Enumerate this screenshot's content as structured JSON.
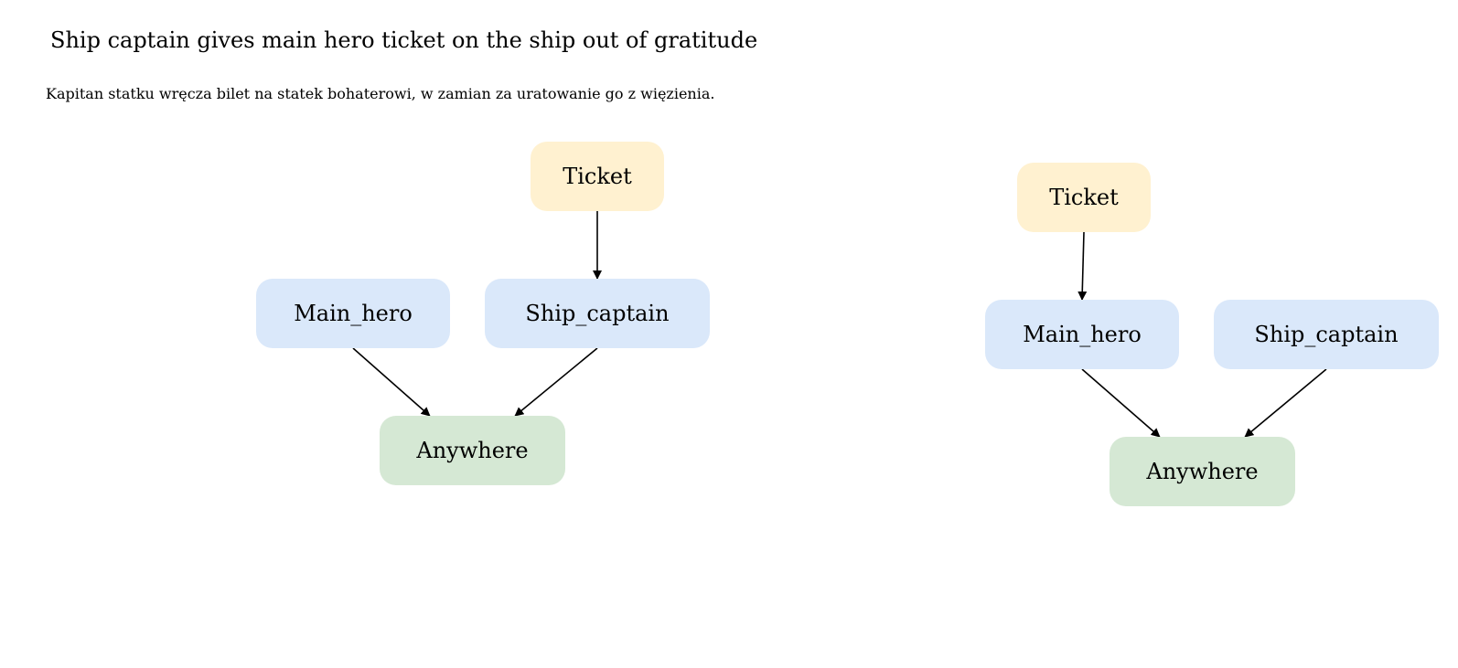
{
  "header": {
    "title": "Ship captain gives main hero ticket on the ship out of gratitude",
    "subtitle": "Kapitan statku wręcza bilet na statek bohaterowi, w zamian za uratowanie go z więzienia."
  },
  "colors": {
    "object_node": "#fff1d0",
    "character_node": "#dae8fa",
    "location_node": "#d5e8d4",
    "edge": "#000000"
  },
  "diagrams": [
    {
      "nodes": [
        {
          "id": "ticket",
          "label": "Ticket",
          "kind": "object"
        },
        {
          "id": "main_hero",
          "label": "Main_hero",
          "kind": "character"
        },
        {
          "id": "ship_captain",
          "label": "Ship_captain",
          "kind": "character"
        },
        {
          "id": "anywhere",
          "label": "Anywhere",
          "kind": "location"
        }
      ],
      "edges": [
        {
          "from": "ticket",
          "to": "ship_captain"
        },
        {
          "from": "main_hero",
          "to": "anywhere"
        },
        {
          "from": "ship_captain",
          "to": "anywhere"
        }
      ]
    },
    {
      "nodes": [
        {
          "id": "ticket",
          "label": "Ticket",
          "kind": "object"
        },
        {
          "id": "main_hero",
          "label": "Main_hero",
          "kind": "character"
        },
        {
          "id": "ship_captain",
          "label": "Ship_captain",
          "kind": "character"
        },
        {
          "id": "anywhere",
          "label": "Anywhere",
          "kind": "location"
        }
      ],
      "edges": [
        {
          "from": "ticket",
          "to": "main_hero"
        },
        {
          "from": "main_hero",
          "to": "anywhere"
        },
        {
          "from": "ship_captain",
          "to": "anywhere"
        }
      ]
    }
  ]
}
